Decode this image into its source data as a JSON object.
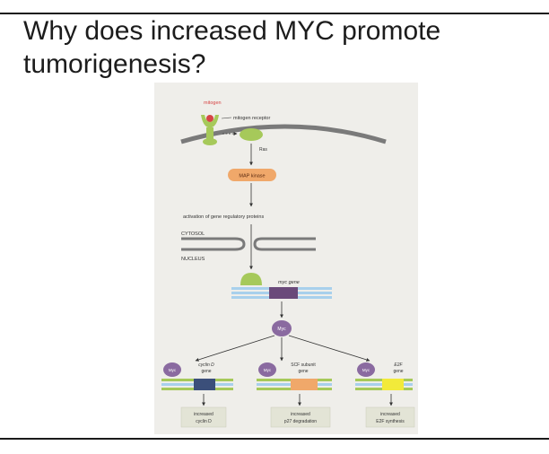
{
  "slide": {
    "title_line1": "Why does increased MYC promote",
    "title_line2": "tumorigenesis?"
  },
  "diagram": {
    "mitogen": "mitogen",
    "mitogen_receptor": "mitogen receptor",
    "ras": "Ras",
    "map_kinase": "MAP kinase",
    "activation_text": "activation of gene regulatory proteins",
    "cytosol": "CYTOSOL",
    "nucleus": "NUCLEUS",
    "myc_gene": "myc gene",
    "myc_protein": "Myc",
    "branches": [
      {
        "protein": "Myc",
        "gene_line1": "cyclin D",
        "gene_line2": "gene",
        "outcome_line1": "increased",
        "outcome_line2": "cyclin D"
      },
      {
        "protein": "Myc",
        "gene_line1": "SCF subunit",
        "gene_line2": "gene",
        "outcome_line1": "increased",
        "outcome_line2": "p27 degradation"
      },
      {
        "protein": "Myc",
        "gene_line1": "E2F",
        "gene_line2": "gene",
        "outcome_line1": "increased",
        "outcome_line2": "E2F synthesis"
      }
    ],
    "colors": {
      "background": "#efeeea",
      "membrane": "#7a7a7a",
      "receptor": "#a6c95a",
      "mitogen": "#d64545",
      "kinase": "#f0a86a",
      "myc": "#8a6aa0",
      "dna_light": "#a8d0ec",
      "dna_green": "#a6c95a",
      "gene_cyclin": "#3b4f7a",
      "gene_scf": "#f0a86a",
      "gene_e2f": "#f2ea3a",
      "outcome_box": "#e3e4d6"
    }
  }
}
